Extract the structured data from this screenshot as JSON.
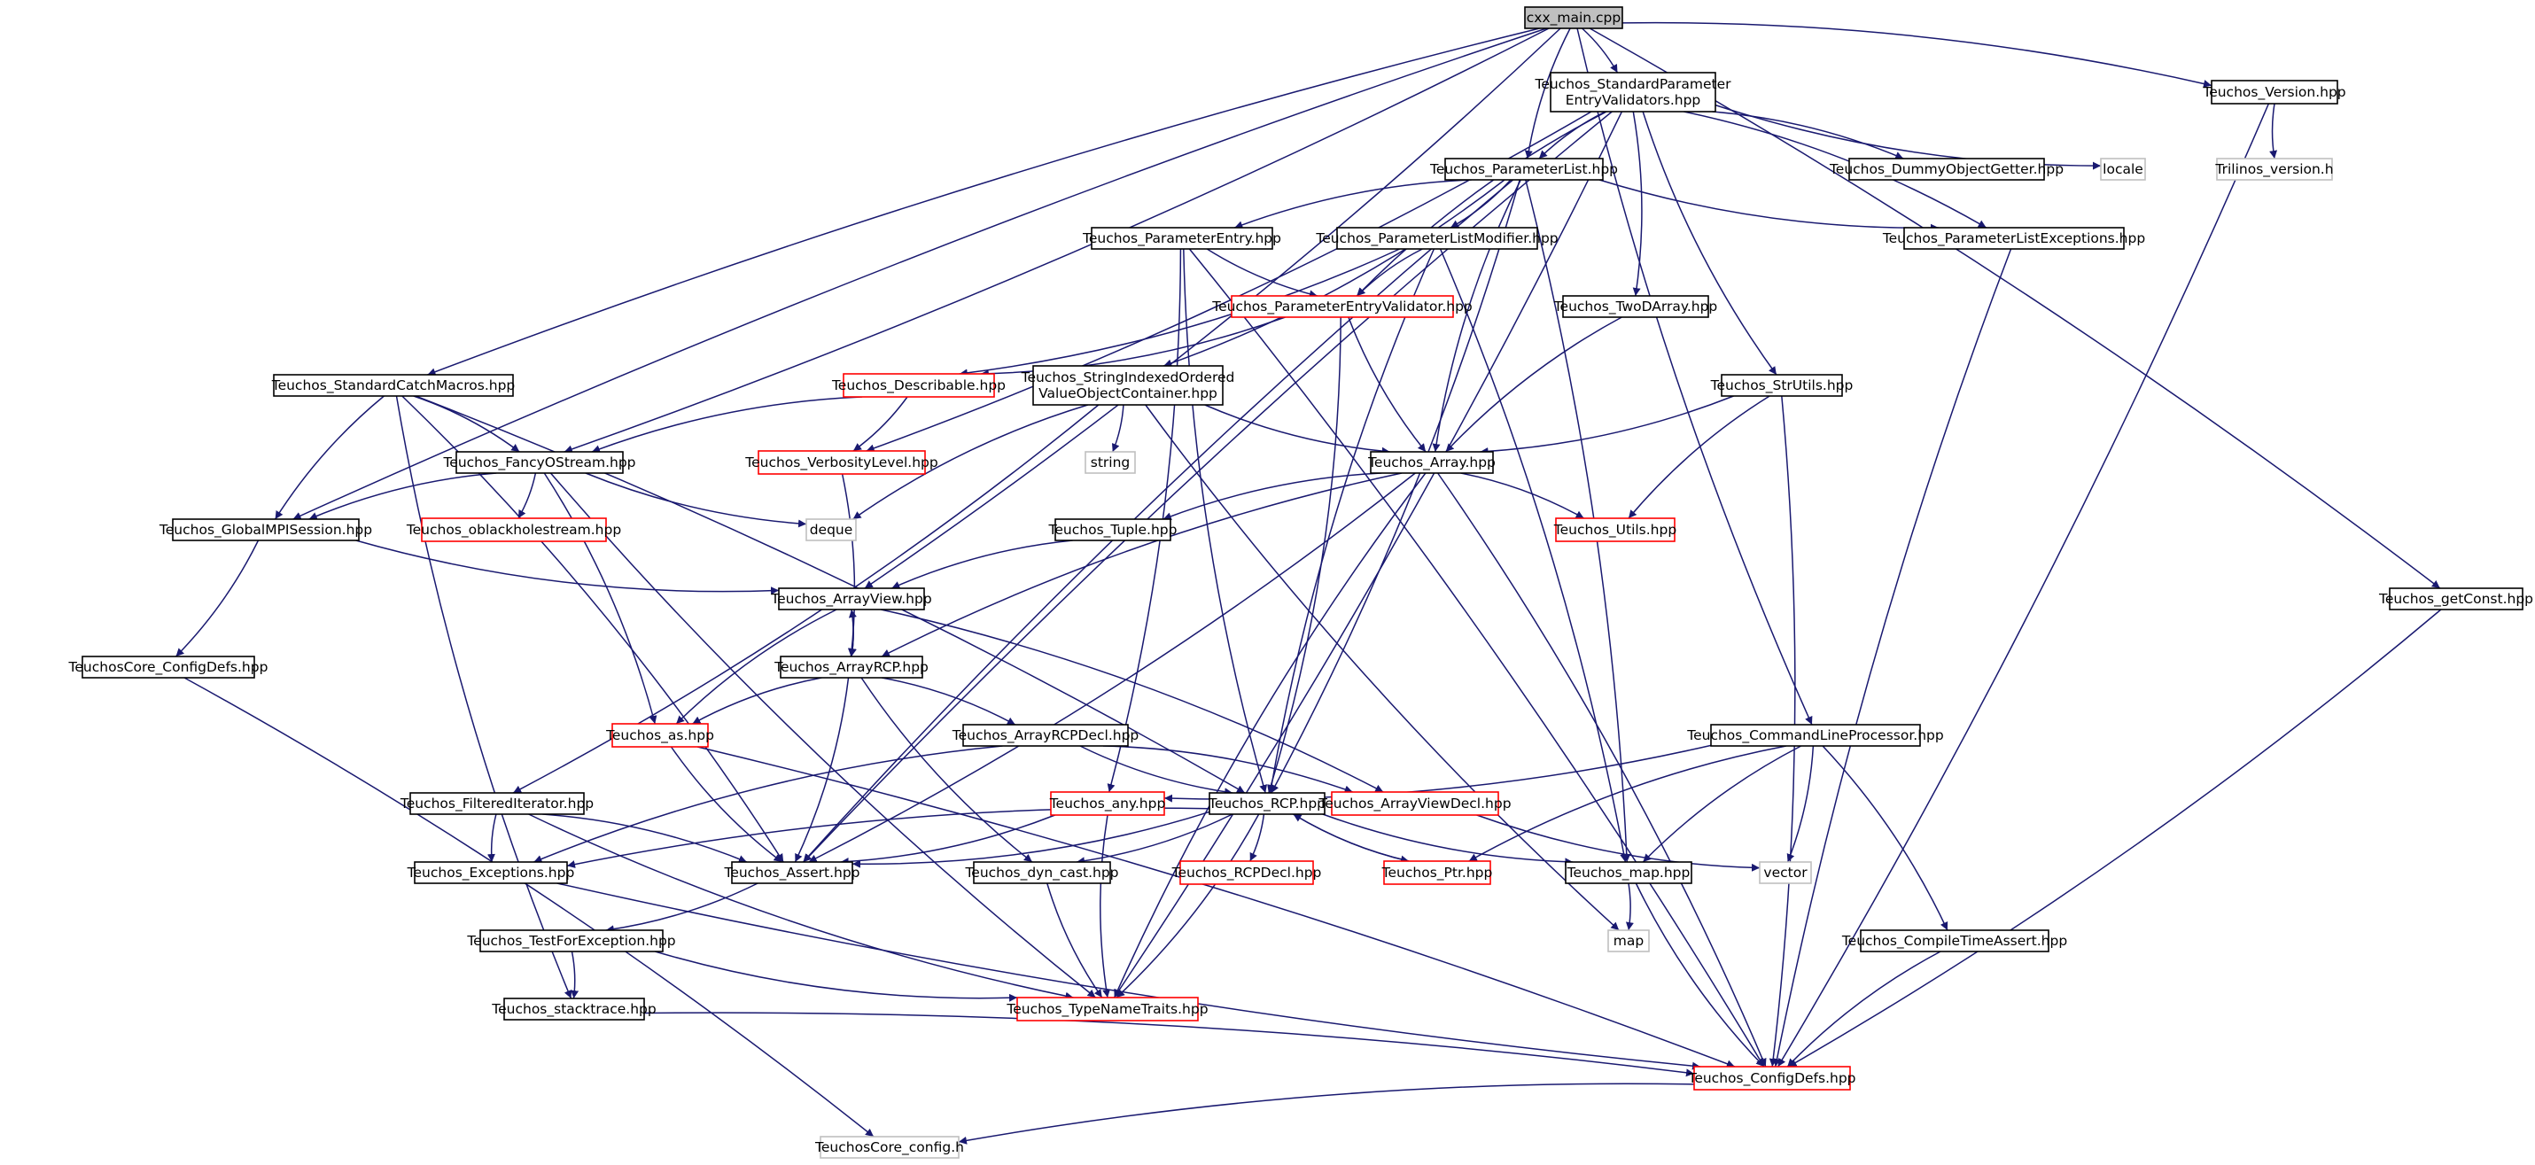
{
  "colors": {
    "edge": "#191970",
    "node_border_normal": "#000000",
    "node_border_red": "#ff0000",
    "node_border_grey": "#bfbfbf",
    "root_fill": "#bfbfbf",
    "background": "#ffffff"
  },
  "nodes": [
    {
      "id": "main",
      "label": "cxx_main.cpp",
      "style": "root"
    },
    {
      "id": "spev",
      "label": "Teuchos_StandardParameter\nEntryValidators.hpp",
      "style": "normal"
    },
    {
      "id": "version",
      "label": "Teuchos_Version.hpp",
      "style": "normal"
    },
    {
      "id": "trilinos",
      "label": "Trilinos_version.h",
      "style": "grey"
    },
    {
      "id": "plist",
      "label": "Teuchos_ParameterList.hpp",
      "style": "normal"
    },
    {
      "id": "dummy",
      "label": "Teuchos_DummyObjectGetter.hpp",
      "style": "normal"
    },
    {
      "id": "locale",
      "label": "locale",
      "style": "grey"
    },
    {
      "id": "pentry",
      "label": "Teuchos_ParameterEntry.hpp",
      "style": "normal"
    },
    {
      "id": "plmod",
      "label": "Teuchos_ParameterListModifier.hpp",
      "style": "normal"
    },
    {
      "id": "plexc",
      "label": "Teuchos_ParameterListExceptions.hpp",
      "style": "normal"
    },
    {
      "id": "pev",
      "label": "Teuchos_ParameterEntryValidator.hpp",
      "style": "red"
    },
    {
      "id": "twod",
      "label": "Teuchos_TwoDArray.hpp",
      "style": "normal"
    },
    {
      "id": "scm",
      "label": "Teuchos_StandardCatchMacros.hpp",
      "style": "normal"
    },
    {
      "id": "desc",
      "label": "Teuchos_Describable.hpp",
      "style": "red"
    },
    {
      "id": "sio",
      "label": "Teuchos_StringIndexedOrdered\nValueObjectContainer.hpp",
      "style": "normal"
    },
    {
      "id": "strutils",
      "label": "Teuchos_StrUtils.hpp",
      "style": "normal"
    },
    {
      "id": "fancy",
      "label": "Teuchos_FancyOStream.hpp",
      "style": "normal"
    },
    {
      "id": "verb",
      "label": "Teuchos_VerbosityLevel.hpp",
      "style": "red"
    },
    {
      "id": "string",
      "label": "string",
      "style": "grey"
    },
    {
      "id": "array",
      "label": "Teuchos_Array.hpp",
      "style": "normal"
    },
    {
      "id": "gmpi",
      "label": "Teuchos_GlobalMPISession.hpp",
      "style": "normal"
    },
    {
      "id": "oblack",
      "label": "Teuchos_oblackholestream.hpp",
      "style": "red"
    },
    {
      "id": "deque",
      "label": "deque",
      "style": "grey"
    },
    {
      "id": "tuple",
      "label": "Teuchos_Tuple.hpp",
      "style": "normal"
    },
    {
      "id": "utils",
      "label": "Teuchos_Utils.hpp",
      "style": "red"
    },
    {
      "id": "arrayview",
      "label": "Teuchos_ArrayView.hpp",
      "style": "normal"
    },
    {
      "id": "getconst",
      "label": "Teuchos_getConst.hpp",
      "style": "normal"
    },
    {
      "id": "coreconfig",
      "label": "TeuchosCore_ConfigDefs.hpp",
      "style": "normal"
    },
    {
      "id": "arrayrcp",
      "label": "Teuchos_ArrayRCP.hpp",
      "style": "normal"
    },
    {
      "id": "as",
      "label": "Teuchos_as.hpp",
      "style": "red"
    },
    {
      "id": "arcpdecl",
      "label": "Teuchos_ArrayRCPDecl.hpp",
      "style": "normal"
    },
    {
      "id": "clp",
      "label": "Teuchos_CommandLineProcessor.hpp",
      "style": "normal"
    },
    {
      "id": "filtered",
      "label": "Teuchos_FilteredIterator.hpp",
      "style": "normal"
    },
    {
      "id": "any",
      "label": "Teuchos_any.hpp",
      "style": "red"
    },
    {
      "id": "rcp",
      "label": "Teuchos_RCP.hpp",
      "style": "normal"
    },
    {
      "id": "avdecl",
      "label": "Teuchos_ArrayViewDecl.hpp",
      "style": "red"
    },
    {
      "id": "exceptions",
      "label": "Teuchos_Exceptions.hpp",
      "style": "normal"
    },
    {
      "id": "assert",
      "label": "Teuchos_Assert.hpp",
      "style": "normal"
    },
    {
      "id": "dyncast",
      "label": "Teuchos_dyn_cast.hpp",
      "style": "normal"
    },
    {
      "id": "rcpdecl",
      "label": "Teuchos_RCPDecl.hpp",
      "style": "red"
    },
    {
      "id": "ptr",
      "label": "Teuchos_Ptr.hpp",
      "style": "red"
    },
    {
      "id": "map",
      "label": "Teuchos_map.hpp",
      "style": "normal"
    },
    {
      "id": "vector",
      "label": "vector",
      "style": "grey"
    },
    {
      "id": "tfe",
      "label": "Teuchos_TestForException.hpp",
      "style": "normal"
    },
    {
      "id": "mapstd",
      "label": "map",
      "style": "grey"
    },
    {
      "id": "cta",
      "label": "Teuchos_CompileTimeAssert.hpp",
      "style": "normal"
    },
    {
      "id": "stacktrace",
      "label": "Teuchos_stacktrace.hpp",
      "style": "normal"
    },
    {
      "id": "typename",
      "label": "Teuchos_TypeNameTraits.hpp",
      "style": "red"
    },
    {
      "id": "configdefs",
      "label": "Teuchos_ConfigDefs.hpp",
      "style": "red"
    },
    {
      "id": "coreconfigh",
      "label": "TeuchosCore_config.h",
      "style": "grey"
    }
  ],
  "edges": [
    [
      "main",
      "spev"
    ],
    [
      "main",
      "plist"
    ],
    [
      "main",
      "version"
    ],
    [
      "main",
      "scm"
    ],
    [
      "main",
      "fancy"
    ],
    [
      "main",
      "gmpi"
    ],
    [
      "main",
      "arrayview"
    ],
    [
      "main",
      "clp"
    ],
    [
      "main",
      "getconst"
    ],
    [
      "version",
      "trilinos"
    ],
    [
      "version",
      "configdefs"
    ],
    [
      "spev",
      "plist"
    ],
    [
      "spev",
      "dummy"
    ],
    [
      "spev",
      "locale"
    ],
    [
      "spev",
      "plexc"
    ],
    [
      "spev",
      "pev"
    ],
    [
      "spev",
      "twod"
    ],
    [
      "spev",
      "strutils"
    ],
    [
      "spev",
      "verb"
    ],
    [
      "spev",
      "assert"
    ],
    [
      "spev",
      "typename"
    ],
    [
      "plist",
      "pentry"
    ],
    [
      "plist",
      "plmod"
    ],
    [
      "plist",
      "plexc"
    ],
    [
      "plist",
      "sio"
    ],
    [
      "plist",
      "array"
    ],
    [
      "plist",
      "map"
    ],
    [
      "plist",
      "assert"
    ],
    [
      "plist",
      "rcp"
    ],
    [
      "pentry",
      "pev"
    ],
    [
      "pentry",
      "any"
    ],
    [
      "pentry",
      "rcp"
    ],
    [
      "pentry",
      "configdefs"
    ],
    [
      "plmod",
      "pev"
    ],
    [
      "plmod",
      "desc"
    ],
    [
      "plmod",
      "rcp"
    ],
    [
      "plmod",
      "map"
    ],
    [
      "plexc",
      "configdefs"
    ],
    [
      "pev",
      "desc"
    ],
    [
      "pev",
      "array"
    ],
    [
      "pev",
      "rcp"
    ],
    [
      "twod",
      "array"
    ],
    [
      "strutils",
      "array"
    ],
    [
      "strutils",
      "utils"
    ],
    [
      "strutils",
      "configdefs"
    ],
    [
      "desc",
      "fancy"
    ],
    [
      "desc",
      "verb"
    ],
    [
      "sio",
      "array"
    ],
    [
      "sio",
      "string"
    ],
    [
      "sio",
      "deque"
    ],
    [
      "sio",
      "filtered"
    ],
    [
      "sio",
      "mapstd"
    ],
    [
      "scm",
      "fancy"
    ],
    [
      "scm",
      "gmpi"
    ],
    [
      "scm",
      "assert"
    ],
    [
      "scm",
      "stacktrace"
    ],
    [
      "scm",
      "rcp"
    ],
    [
      "fancy",
      "gmpi"
    ],
    [
      "fancy",
      "oblack"
    ],
    [
      "fancy",
      "deque"
    ],
    [
      "fancy",
      "as"
    ],
    [
      "fancy",
      "typename"
    ],
    [
      "verb",
      "arrayrcp"
    ],
    [
      "array",
      "tuple"
    ],
    [
      "array",
      "utils"
    ],
    [
      "array",
      "arrayrcp"
    ],
    [
      "array",
      "assert"
    ],
    [
      "array",
      "typename"
    ],
    [
      "array",
      "configdefs"
    ],
    [
      "gmpi",
      "arrayview"
    ],
    [
      "gmpi",
      "coreconfig"
    ],
    [
      "tuple",
      "arrayview"
    ],
    [
      "arrayview",
      "arrayrcp"
    ],
    [
      "arrayview",
      "as"
    ],
    [
      "arrayview",
      "avdecl"
    ],
    [
      "arrayrcp",
      "arrayview"
    ],
    [
      "arrayrcp",
      "arcpdecl"
    ],
    [
      "arrayrcp",
      "as"
    ],
    [
      "arrayrcp",
      "assert"
    ],
    [
      "arrayrcp",
      "dyncast"
    ],
    [
      "coreconfig",
      "coreconfigh"
    ],
    [
      "as",
      "assert"
    ],
    [
      "as",
      "configdefs"
    ],
    [
      "arcpdecl",
      "rcp"
    ],
    [
      "arcpdecl",
      "avdecl"
    ],
    [
      "arcpdecl",
      "exceptions"
    ],
    [
      "clp",
      "any"
    ],
    [
      "clp",
      "map"
    ],
    [
      "clp",
      "vector"
    ],
    [
      "clp",
      "ptr"
    ],
    [
      "clp",
      "cta"
    ],
    [
      "filtered",
      "exceptions"
    ],
    [
      "filtered",
      "assert"
    ],
    [
      "filtered",
      "typename"
    ],
    [
      "any",
      "assert"
    ],
    [
      "any",
      "typename"
    ],
    [
      "rcp",
      "rcpdecl"
    ],
    [
      "rcp",
      "ptr"
    ],
    [
      "rcp",
      "assert"
    ],
    [
      "rcp",
      "exceptions"
    ],
    [
      "rcp",
      "dyncast"
    ],
    [
      "rcp",
      "map"
    ],
    [
      "rcp",
      "typename"
    ],
    [
      "avdecl",
      "vector"
    ],
    [
      "ptr",
      "rcp"
    ],
    [
      "exceptions",
      "configdefs"
    ],
    [
      "assert",
      "tfe"
    ],
    [
      "dyncast",
      "typename"
    ],
    [
      "map",
      "mapstd"
    ],
    [
      "map",
      "configdefs"
    ],
    [
      "tfe",
      "stacktrace"
    ],
    [
      "tfe",
      "typename"
    ],
    [
      "stacktrace",
      "configdefs"
    ],
    [
      "cta",
      "configdefs"
    ],
    [
      "getconst",
      "configdefs"
    ],
    [
      "configdefs",
      "coreconfigh"
    ]
  ]
}
